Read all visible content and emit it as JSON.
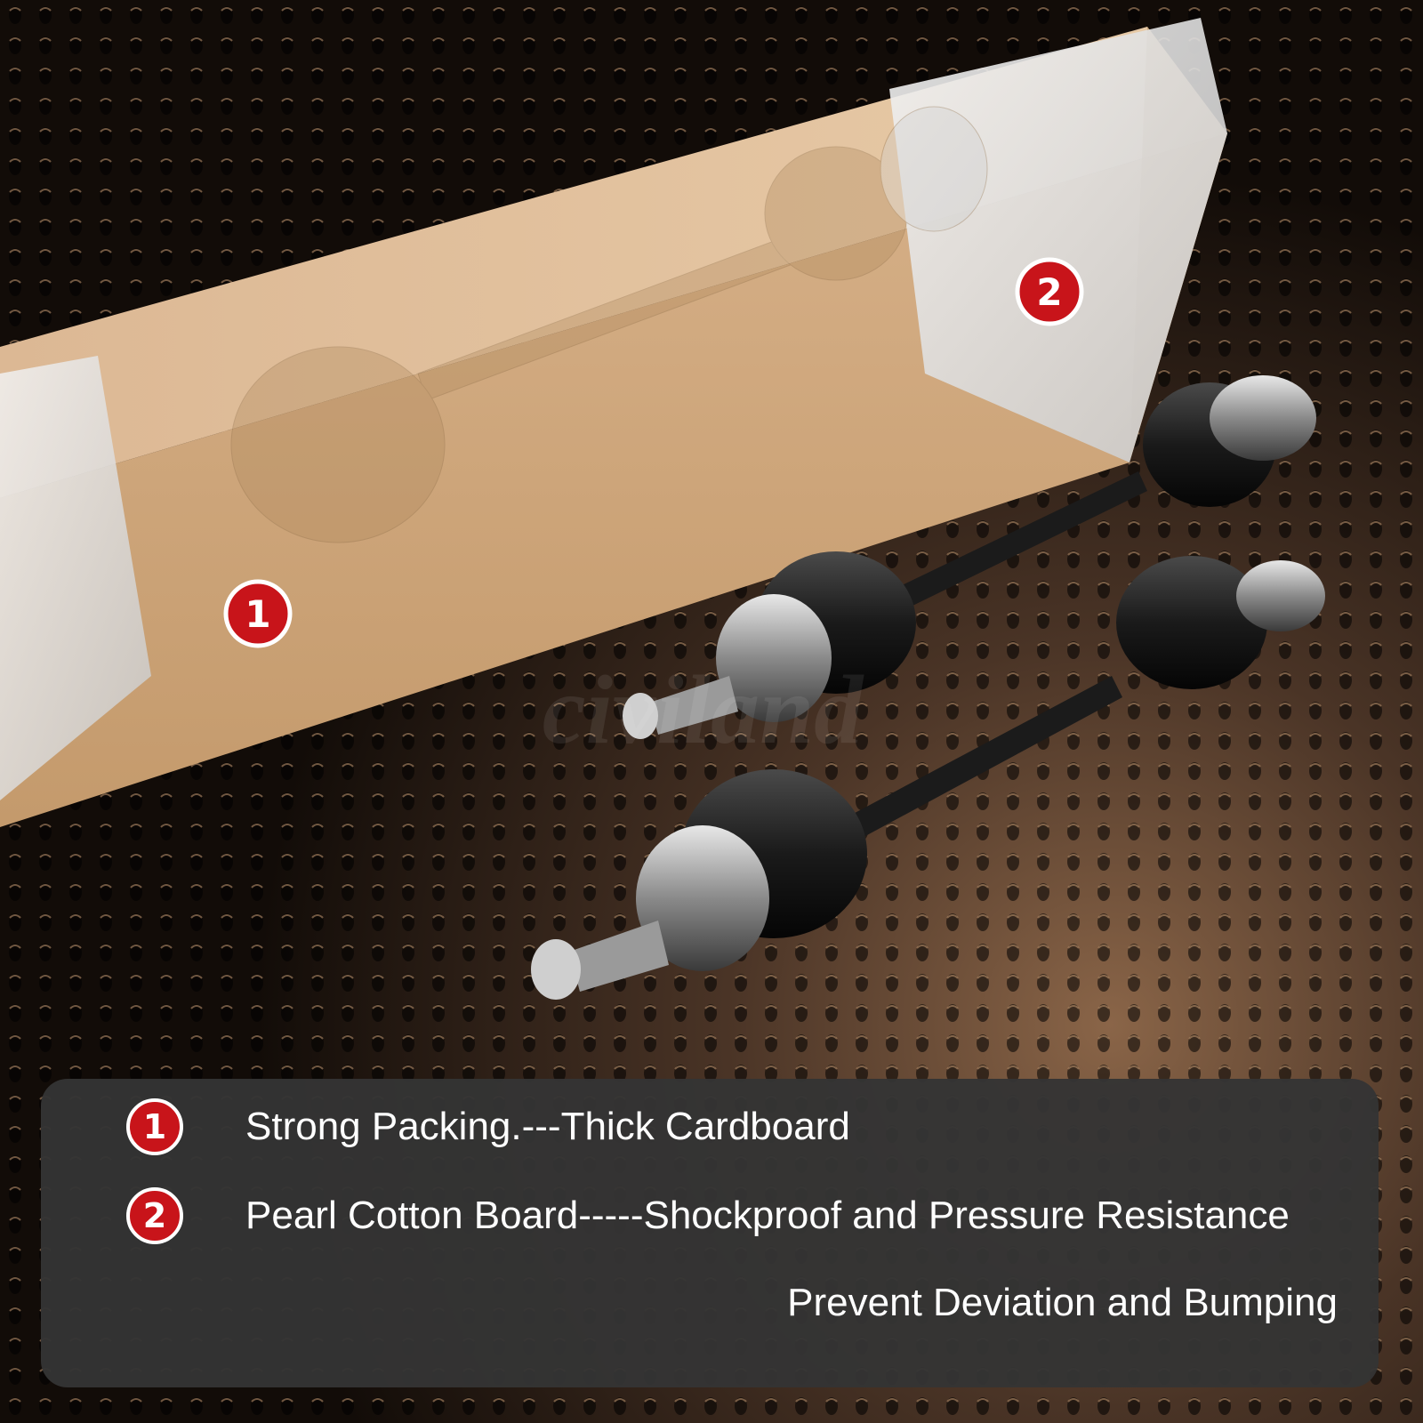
{
  "callouts": [
    {
      "number": "1",
      "text": "Strong Packing.---Thick Cardboard"
    },
    {
      "number": "2",
      "text": "Pearl Cotton Board-----Shockproof and Pressure Resistance"
    }
  ],
  "extra_line": "Prevent Deviation and Bumping",
  "image_badges": [
    "1",
    "2"
  ],
  "watermark": "civiland",
  "colors": {
    "badge_red": "#c8141a",
    "panel": "#343434",
    "cardboard": "#c9a072",
    "text": "#ffffff"
  }
}
